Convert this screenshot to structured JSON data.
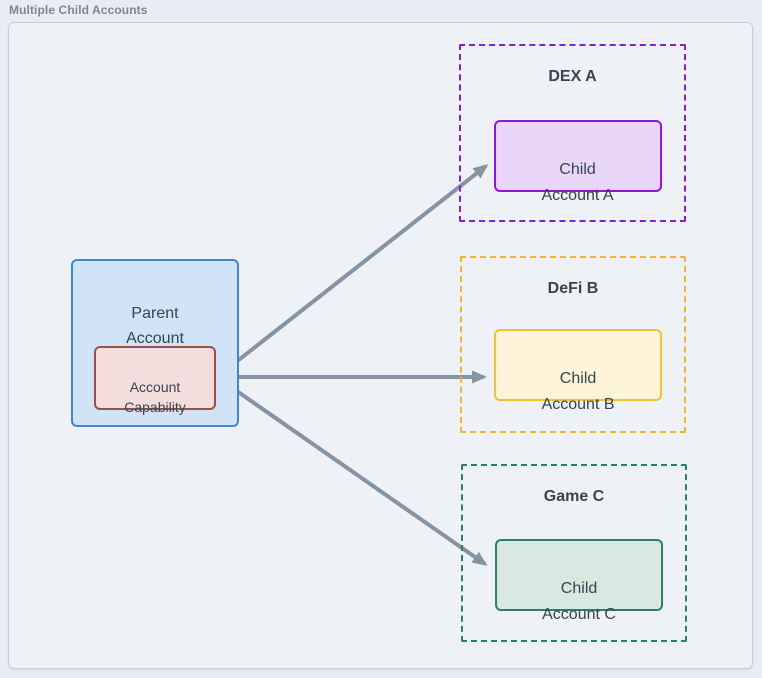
{
  "window": {
    "title": "Multiple Child Accounts"
  },
  "parent": {
    "label": "Parent\nAccount",
    "capability_label": "Account\nCapability"
  },
  "zones": [
    {
      "label": "DEX A",
      "child_label": "Child\nAccount A"
    },
    {
      "label": "DeFi B",
      "child_label": "Child\nAccount B"
    },
    {
      "label": "Game C",
      "child_label": "Child\nAccount C"
    }
  ],
  "connections": [
    {
      "from": "Account Capability",
      "to": "Child Account A"
    },
    {
      "from": "Account Capability",
      "to": "Child Account B"
    },
    {
      "from": "Account Capability",
      "to": "Child Account C"
    }
  ],
  "colors": {
    "canvas_bg": "#eef1f6",
    "canvas_border": "#c6cfd9",
    "title_text": "#7b8794",
    "node_text": "#36454f",
    "parent_fill": "#d0e3f7",
    "parent_border": "#3e87d6",
    "capability_fill": "#f3dedd",
    "capability_border": "#9e5048",
    "zone_a_border": "#8a1ad6",
    "child_a_fill": "#ead6f9",
    "child_a_border": "#8b17d6",
    "zone_b_border": "#f0b62f",
    "child_b_fill": "#fdf4d9",
    "child_b_border": "#f0c232",
    "zone_c_border": "#2c8065",
    "child_c_fill": "#d9e8e1",
    "child_c_border": "#2c8065",
    "arrow": "#8494a4"
  }
}
